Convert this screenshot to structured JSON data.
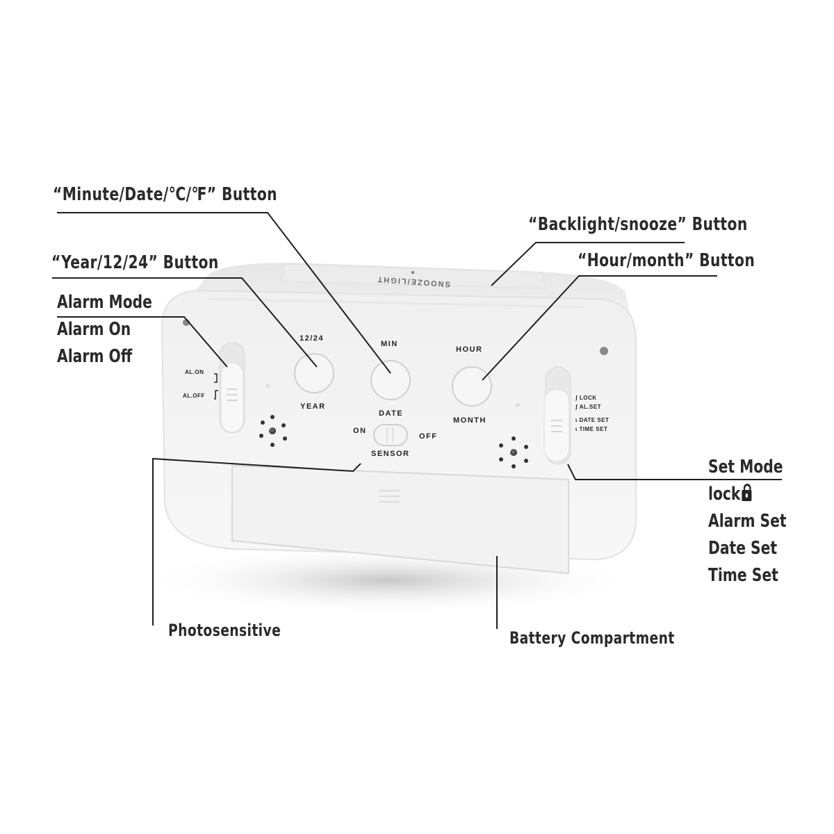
{
  "callouts": {
    "minute_date_temp": "“Minute/Date/℃/℉” Button",
    "year_1224": "“Year/12/24” Button",
    "alarm_mode": {
      "title": "Alarm Mode",
      "options": [
        "Alarm On",
        "Alarm Off"
      ]
    },
    "backlight_snooze": "“Backlight/snooze” Button",
    "hour_month": "“Hour/month” Button",
    "set_mode": {
      "title": "Set Mode",
      "options": [
        "lock",
        "Alarm Set",
        "Date Set",
        "Time Set"
      ]
    },
    "photosensitive": "Photosensitive",
    "battery": "Battery Compartment"
  },
  "device": {
    "top_button_label": "SNOOZE/LIGHT",
    "btn_1224_top": "12/24",
    "btn_1224_bottom": "YEAR",
    "btn_min_top": "MIN",
    "btn_min_bottom": "DATE",
    "btn_hour_top": "HOUR",
    "btn_hour_bottom": "MONTH",
    "alarm_switch": [
      "AL.ON",
      "AL.OFF"
    ],
    "mode_switch": [
      "LOCK",
      "AL.SET",
      "DATE SET",
      "TIME SET"
    ],
    "sensor_on": "ON",
    "sensor_off": "OFF",
    "sensor_label": "SENSOR"
  },
  "colors": {
    "body": "#f4f4f4",
    "line": "#1e1e1e",
    "text": "#2a2a2a"
  }
}
